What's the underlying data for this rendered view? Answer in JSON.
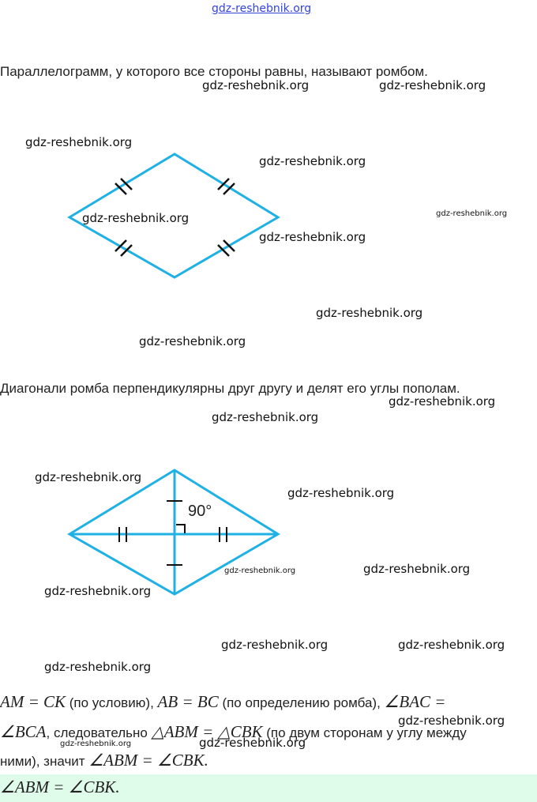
{
  "header_link": "gdz-reshebnik.org",
  "text1": "Параллелограмм, у которого все стороны равны, называют ромбом.",
  "text2": "Диагонали ромба перпендикулярны друг другу и делят его углы пополам.",
  "angle_label": "90°",
  "proof": {
    "l1a": "AM = CK",
    "l1b": " (по условию), ",
    "l1c": "AB = BC",
    "l1d": " (по определению ромба), ",
    "l1e": "∠BAC =",
    "l2a": "∠BCA",
    "l2b": ", следовательно ",
    "l2c": "△ABM = △CBK",
    "l2d": " (по двум сторонам у углу между",
    "l3a": "ними), значит ",
    "l3b": "∠ABM = ∠CBK."
  },
  "answer": "∠ABM = ∠CBK.",
  "watermarks": [
    "gdz-reshebnik.org",
    "gdz-reshebnik.org",
    "gdz-reshebnik.org",
    "gdz-reshebnik.org",
    "gdz-reshebnik.org",
    "gdz-reshebnik.org",
    "gdz-reshebnik.org",
    "gdz-reshebnik.org",
    "gdz-reshebnik.org",
    "gdz-reshebnik.org",
    "gdz-reshebnik.org",
    "gdz-reshebnik.org",
    "gdz-reshebnik.org",
    "gdz-reshebnik.org",
    "gdz-reshebnik.org",
    "gdz-reshebnik.org",
    "gdz-reshebnik.org",
    "gdz-reshebnik.org",
    "gdz-reshebnik.org",
    "gdz-reshebnik.org",
    "gdz-reshebnik.org",
    "gdz-reshebnik.org"
  ],
  "colors": {
    "figure": "#1fb1e3",
    "answer_bg": "#dffbea"
  }
}
